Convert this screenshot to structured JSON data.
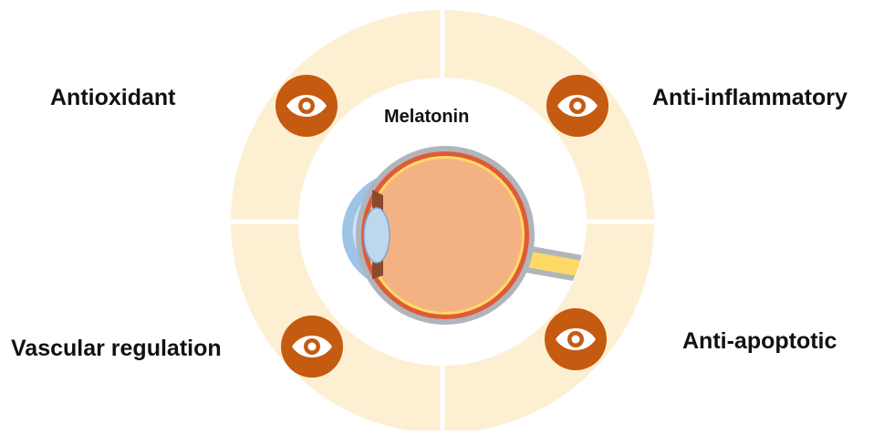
{
  "center_label": "Melatonin",
  "properties": [
    {
      "id": "tl",
      "label": "Antioxidant",
      "icon": "eye-icon"
    },
    {
      "id": "tr",
      "label": "Anti-inflammatory",
      "icon": "eye-icon"
    },
    {
      "id": "bl",
      "label": "Vascular regulation",
      "icon": "eye-icon"
    },
    {
      "id": "br",
      "label": "Anti-apoptotic",
      "icon": "eye-icon"
    }
  ],
  "colors": {
    "ring": "#fdefd2",
    "icon_badge": "#c55a11",
    "sclera": "#b0b5bb",
    "choroid": "#e05a38",
    "retina": "#f4b183",
    "lens": "#bdd7ee",
    "cornea": "#9dc3e6",
    "optic_nerve": "#ffd966"
  },
  "center_image": "anatomical-eye-cross-section"
}
